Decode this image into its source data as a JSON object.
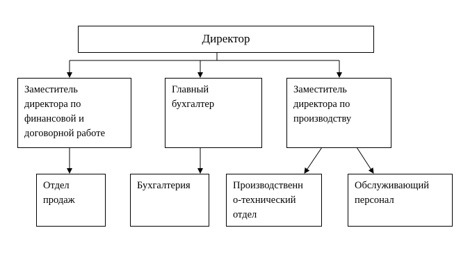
{
  "diagram": {
    "type": "org-chart",
    "root": {
      "id": "director",
      "label": "Директор"
    },
    "level2": [
      {
        "id": "deputy-finance",
        "label": "Заместитель\nдиректора по\nфинансовой и\nдоговорной работе"
      },
      {
        "id": "chief-accountant",
        "label": "Главный\nбухгалтер"
      },
      {
        "id": "deputy-production",
        "label": "Заместитель\nдиректора по\nпроизводству"
      }
    ],
    "level3": [
      {
        "id": "sales-dept",
        "label": "Отдел\nпродаж",
        "parent": "deputy-finance"
      },
      {
        "id": "accounting",
        "label": "Бухгалтерия",
        "parent": "chief-accountant"
      },
      {
        "id": "production-tech-dept",
        "label": "Производственн\nо-технический\nотдел",
        "parent": "deputy-production"
      },
      {
        "id": "service-staff",
        "label": "Обслуживающий\nперсонал",
        "parent": "deputy-production"
      }
    ],
    "edges": [
      [
        "director",
        "deputy-finance"
      ],
      [
        "director",
        "chief-accountant"
      ],
      [
        "director",
        "deputy-production"
      ],
      [
        "deputy-finance",
        "sales-dept"
      ],
      [
        "chief-accountant",
        "accounting"
      ],
      [
        "deputy-production",
        "production-tech-dept"
      ],
      [
        "deputy-production",
        "service-staff"
      ]
    ]
  }
}
